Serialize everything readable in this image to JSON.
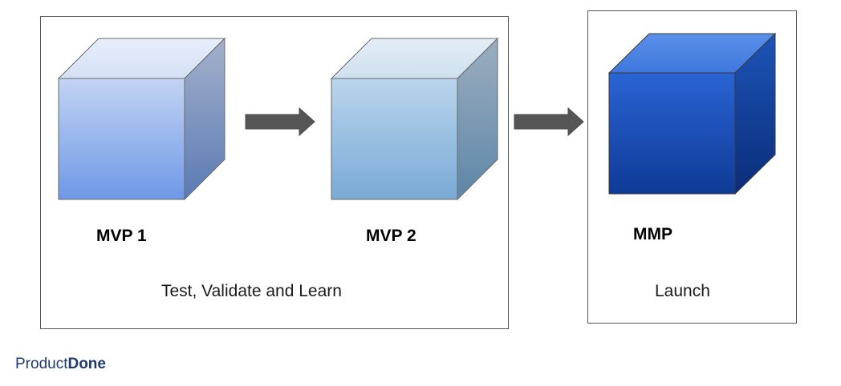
{
  "stages": [
    {
      "label": "MVP 1"
    },
    {
      "label": "MVP 2"
    },
    {
      "label": "MMP"
    }
  ],
  "groups": {
    "test": {
      "caption": "Test, Validate and Learn"
    },
    "launch": {
      "caption": "Launch"
    }
  },
  "brand": {
    "part1": "Product",
    "part2": "Done"
  },
  "colors": {
    "mvp1_front_top": "#c3d4f3",
    "mvp1_front_bottom": "#6e98e6",
    "mvp2_front_top": "#b9d5ec",
    "mvp2_front_bottom": "#7aaad6",
    "mmp_front_top": "#2a64d4",
    "mmp_front_bottom": "#0f3a96",
    "arrow": "#555555",
    "brand": "#1f3a6b"
  }
}
